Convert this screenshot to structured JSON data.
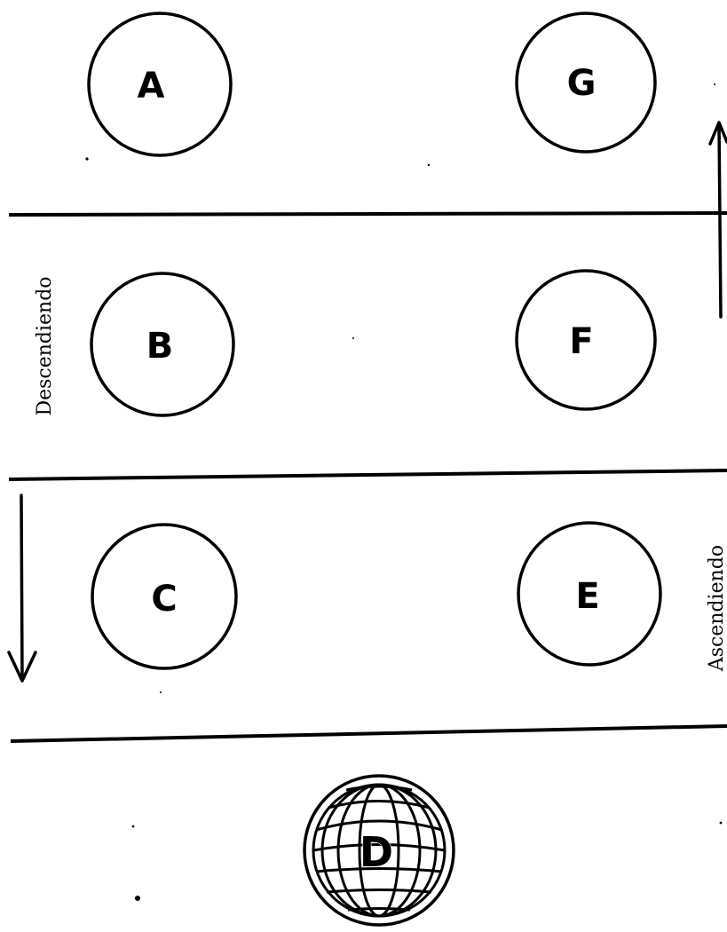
{
  "labels": {
    "descending": "Descendiendo",
    "ascending": "Ascendiendo"
  },
  "nodes": {
    "a": "A",
    "b": "B",
    "c": "C",
    "d": "D",
    "e": "E",
    "f": "F",
    "g": "G"
  },
  "icons": {
    "down_arrow": "arrow-down-icon",
    "up_arrow": "arrow-up-icon",
    "globe": "globe-icon"
  },
  "colors": {
    "ink": "#000000",
    "paper": "#ffffff"
  }
}
